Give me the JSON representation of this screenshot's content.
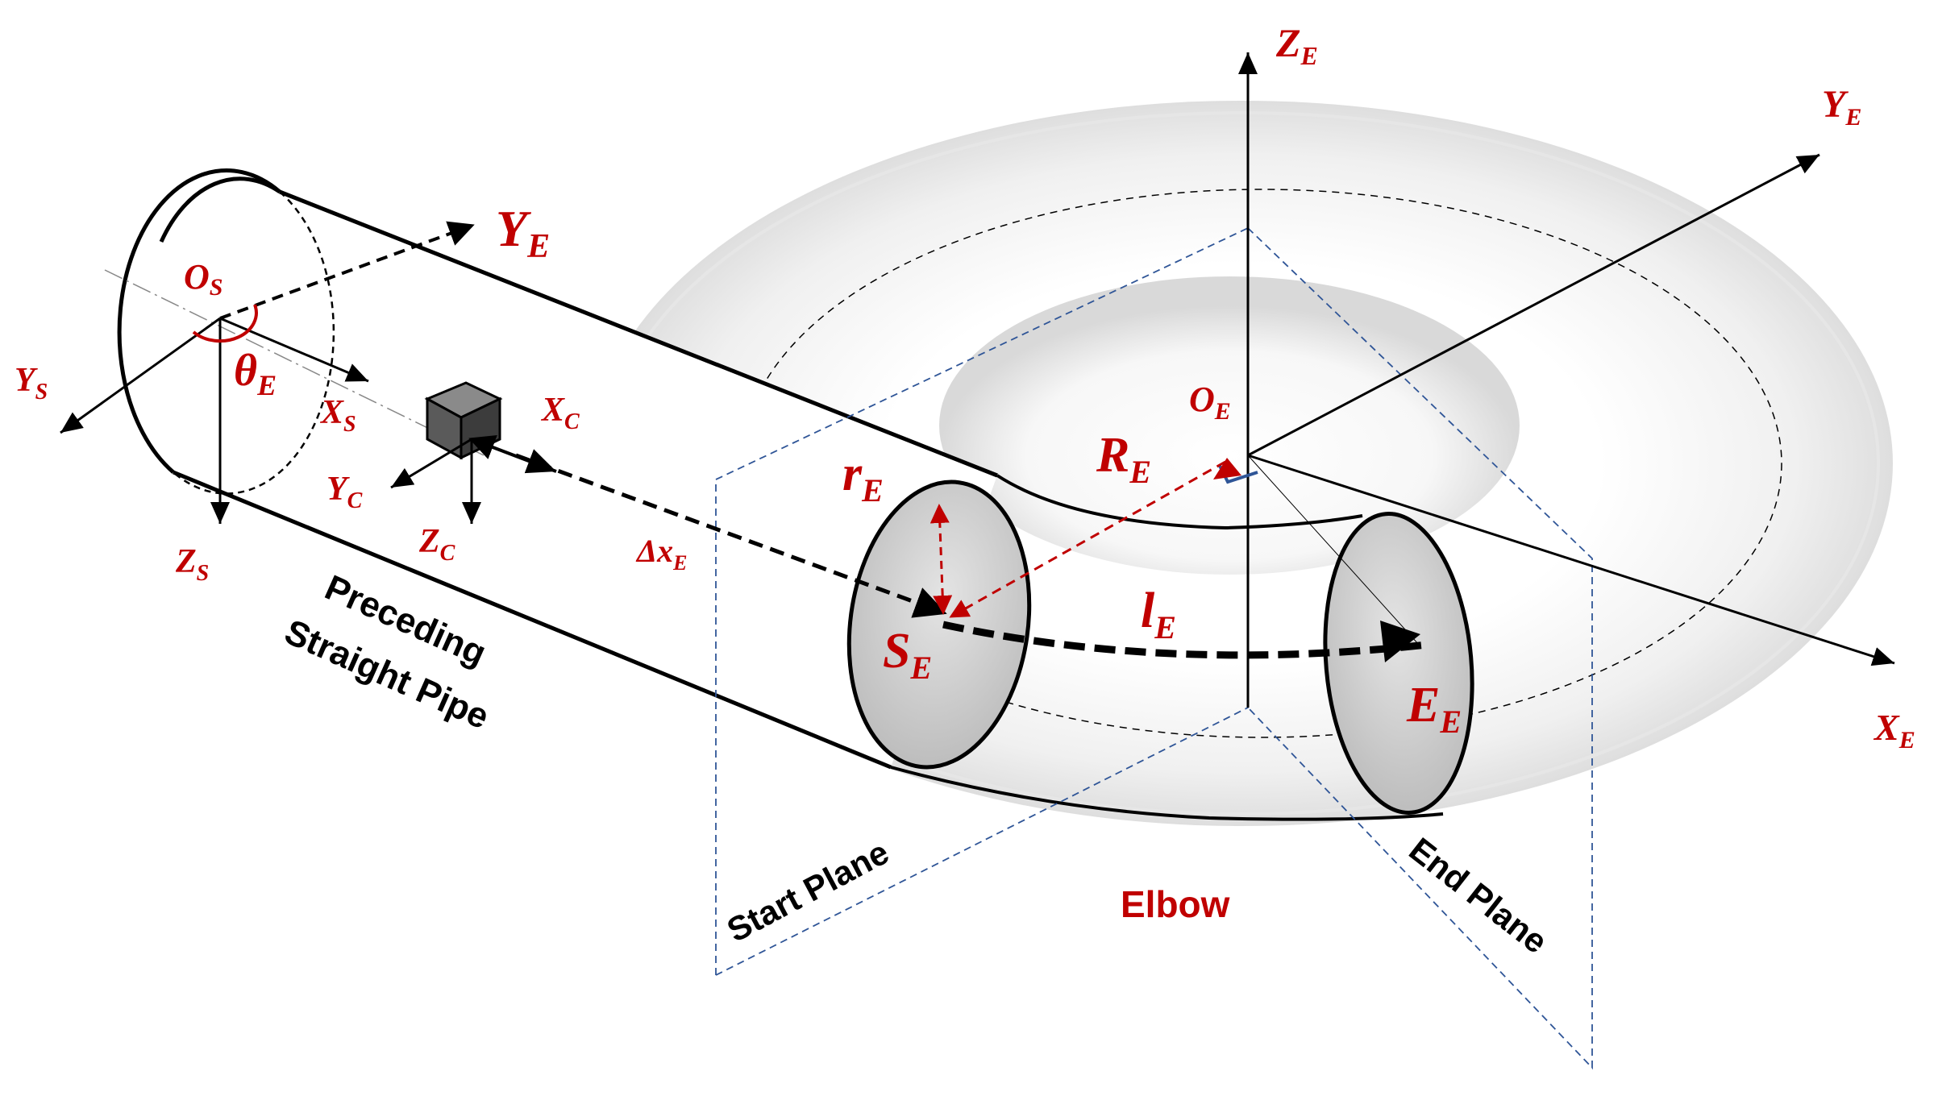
{
  "colors": {
    "accent_red": "#c00000",
    "line_black": "#000000",
    "plane_blue": "#2f5597",
    "torus_body": "#f2f2f2",
    "section_fill": "#d0d0d0"
  },
  "labels": {
    "axis_z_e": {
      "main": "Z",
      "sub": "E"
    },
    "axis_y_e_right": {
      "main": "Y",
      "sub": "E"
    },
    "axis_x_e": {
      "main": "X",
      "sub": "E"
    },
    "axis_y_e_pipe": {
      "main": "Y",
      "sub": "E"
    },
    "origin_o_s": {
      "main": "O",
      "sub": "S"
    },
    "angle_theta_e": {
      "main": "θ",
      "sub": "E"
    },
    "axis_y_s": {
      "main": "Y",
      "sub": "S"
    },
    "axis_x_s": {
      "main": "X",
      "sub": "S"
    },
    "axis_z_s": {
      "main": "Z",
      "sub": "S"
    },
    "axis_x_c": {
      "main": "X",
      "sub": "C"
    },
    "axis_y_c": {
      "main": "Y",
      "sub": "C"
    },
    "axis_z_c": {
      "main": "Z",
      "sub": "C"
    },
    "delta_x_e": {
      "main": "Δx",
      "sub": "E"
    },
    "origin_o_e": {
      "main": "O",
      "sub": "E"
    },
    "radius_big_r_e": {
      "main": "R",
      "sub": "E"
    },
    "radius_small_r_e": {
      "main": "r",
      "sub": "E"
    },
    "start_point_s_e": {
      "main": "S",
      "sub": "E"
    },
    "length_l_e": {
      "main": "l",
      "sub": "E"
    },
    "end_point_e_e": {
      "main": "E",
      "sub": "E"
    }
  },
  "captions": {
    "preceding_line1": "Preceding",
    "preceding_line2": "Straight Pipe",
    "start_plane": "Start Plane",
    "end_plane": "End Plane",
    "elbow": "Elbow"
  }
}
